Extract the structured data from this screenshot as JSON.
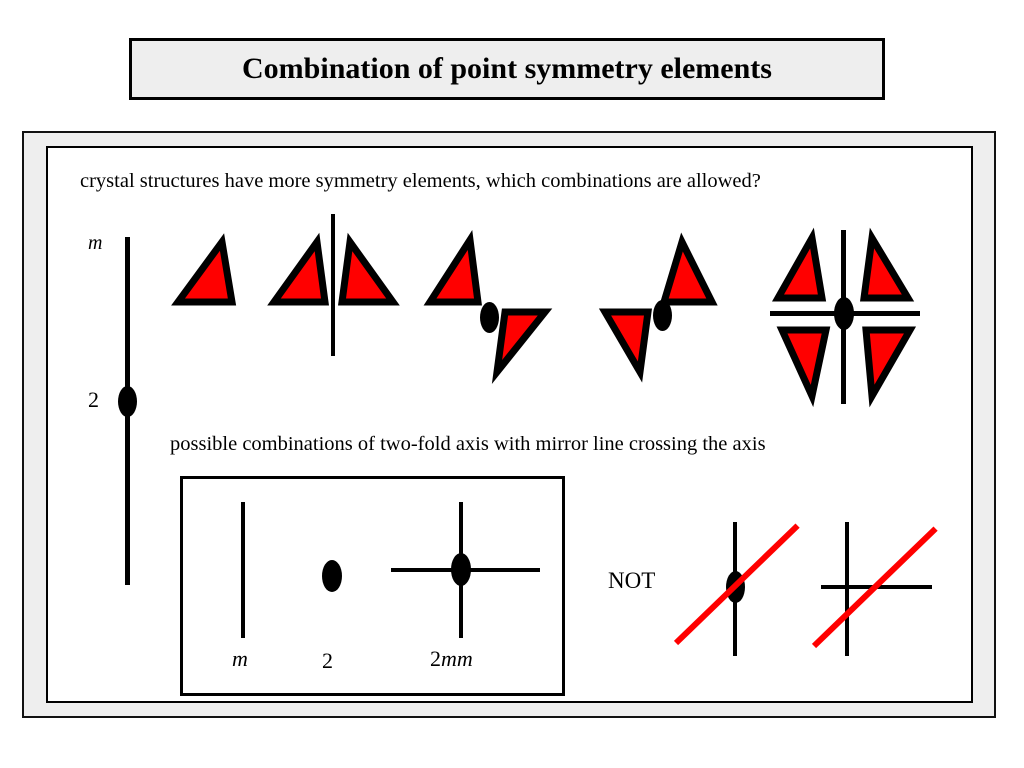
{
  "title": {
    "text": "Combination of point symmetry elements"
  },
  "content": {
    "question": "crystal structures have more symmetry elements, which combinations are allowed?",
    "subcaption": "possible combinations of two-fold axis with mirror line crossing the axis"
  },
  "legend": {
    "mirror_label": "m",
    "twofold_label": "2"
  },
  "combo_box": {
    "labels": {
      "mirror": "m",
      "twofold": "2",
      "twofold_mm": "2mm"
    }
  },
  "forbidden": {
    "label": "NOT"
  },
  "colors": {
    "triangle_fill": "#ff0000",
    "triangle_stroke": "#000000",
    "forbidden_slash": "#ff0000",
    "frame_fill": "#eeeeee",
    "banner_fill": "#eeeeee",
    "line": "#000000"
  },
  "diagram": {
    "groups": [
      {
        "name": "single-motif",
        "elements": [
          "triangle"
        ]
      },
      {
        "name": "mirror-pair",
        "elements": [
          "triangle",
          "mirror-line",
          "triangle-mirrored"
        ]
      },
      {
        "name": "twofold-rotation-a",
        "elements": [
          "triangle",
          "twofold-axis",
          "triangle-rotated"
        ]
      },
      {
        "name": "twofold-rotation-b",
        "elements": [
          "triangle-rotated",
          "twofold-axis",
          "triangle"
        ]
      },
      {
        "name": "twofold-plus-two-mirrors",
        "elements": [
          "triangle",
          "triangle",
          "triangle",
          "triangle",
          "vertical-mirror",
          "horizontal-mirror",
          "twofold-axis"
        ]
      }
    ]
  }
}
